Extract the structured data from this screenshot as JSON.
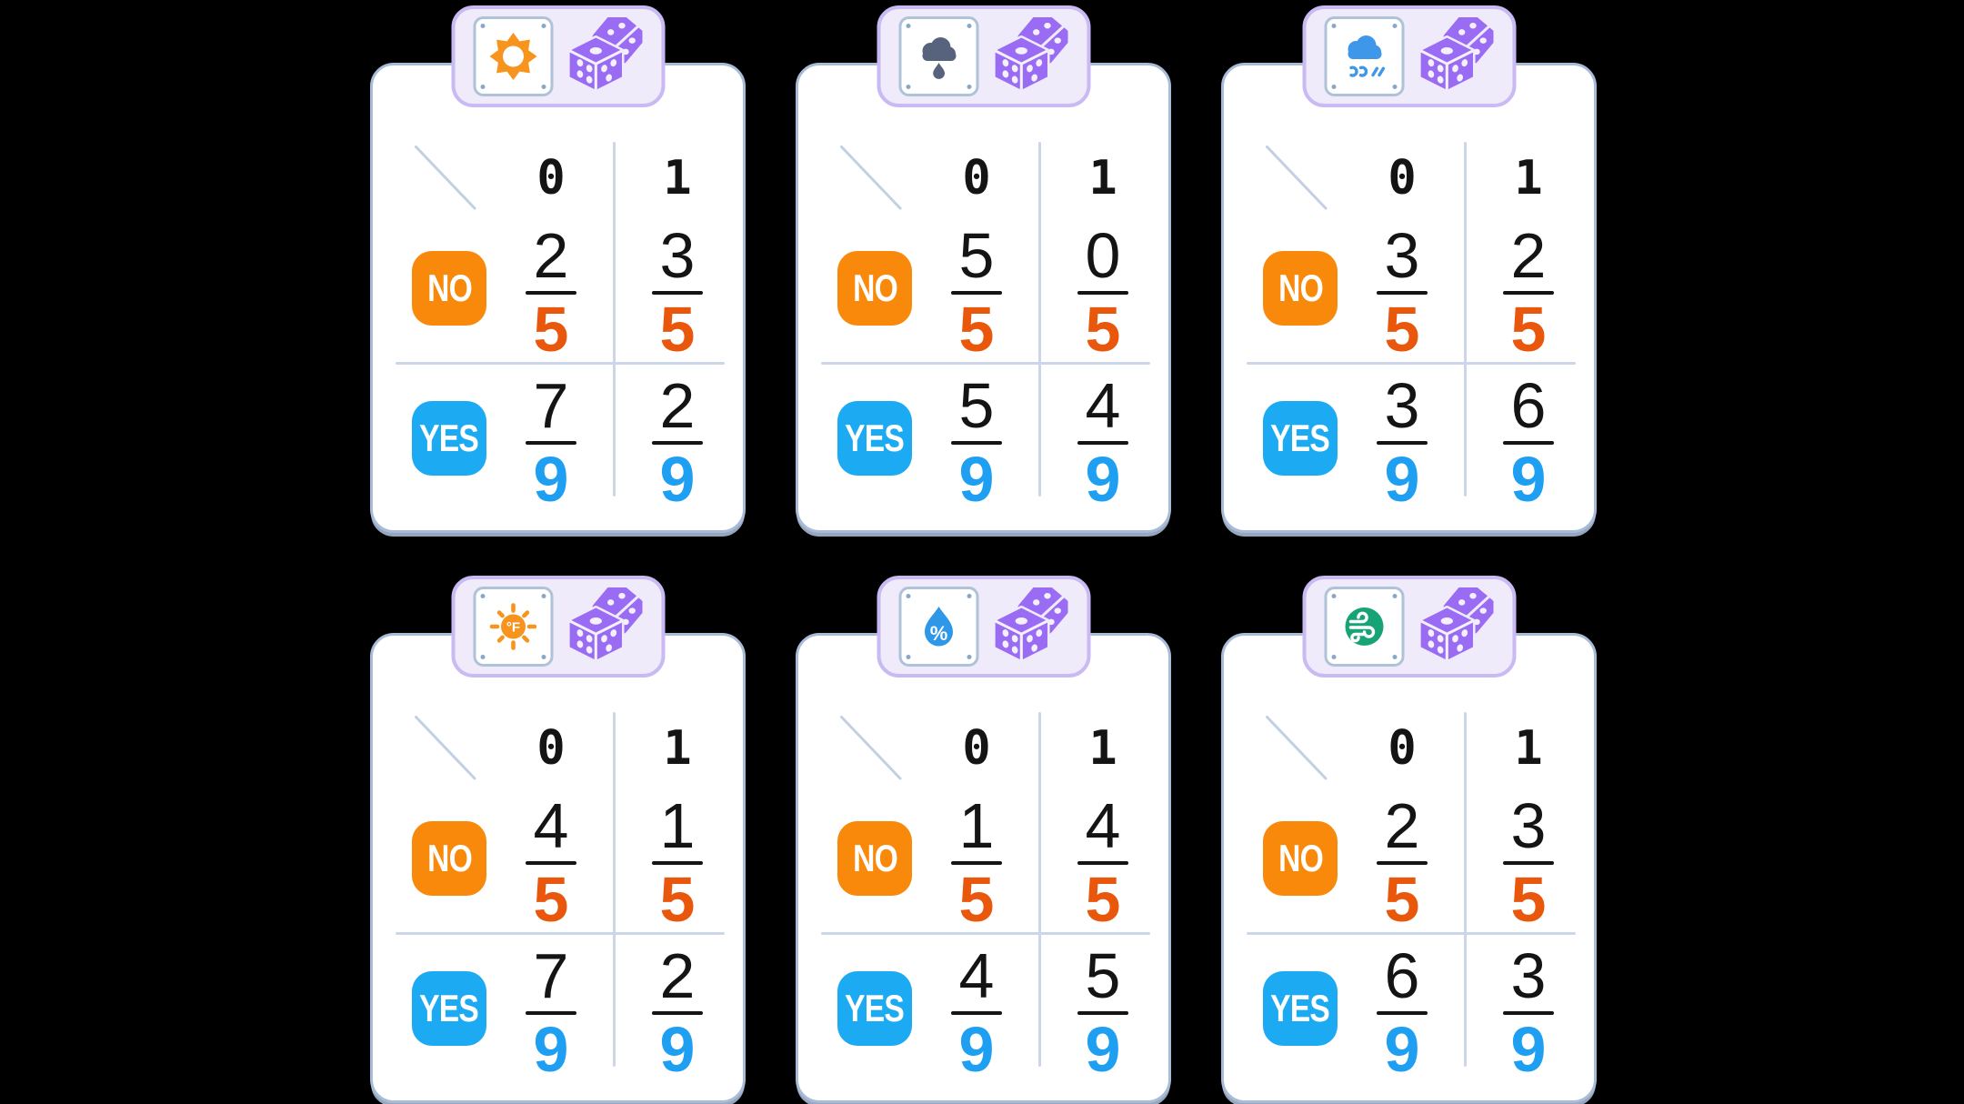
{
  "page": {
    "background": "#000000"
  },
  "colors": {
    "card_border": "#A8BCD8",
    "badge_background": "#EFEBFB",
    "badge_border": "#C9BAF3",
    "dice_purple": "#9A6CF3",
    "no_badge": "#F8890B",
    "no_denominator": "#E8570C",
    "yes_badge": "#1CAAF2",
    "yes_denominator": "#1E9FF2",
    "sun_orange": "#F7941D",
    "rain_cloud_slate": "#57637C",
    "wind_cloud_blue": "#3E97E9",
    "humidity_blue": "#2E97E8",
    "wind_green": "#17A376",
    "table_line": "#CBD7E8"
  },
  "cards": [
    {
      "feature": "sunny",
      "icon": "sun-icon",
      "column_headers": [
        "0",
        "1"
      ],
      "rows": [
        {
          "label": "NO",
          "cells": [
            {
              "num": "2",
              "den": "5"
            },
            {
              "num": "3",
              "den": "5"
            }
          ]
        },
        {
          "label": "YES",
          "cells": [
            {
              "num": "7",
              "den": "9"
            },
            {
              "num": "2",
              "den": "9"
            }
          ]
        }
      ]
    },
    {
      "feature": "rain",
      "icon": "rain-cloud-icon",
      "column_headers": [
        "0",
        "1"
      ],
      "rows": [
        {
          "label": "NO",
          "cells": [
            {
              "num": "5",
              "den": "5"
            },
            {
              "num": "0",
              "den": "5"
            }
          ]
        },
        {
          "label": "YES",
          "cells": [
            {
              "num": "5",
              "den": "9"
            },
            {
              "num": "4",
              "den": "9"
            }
          ]
        }
      ]
    },
    {
      "feature": "overcast-windy",
      "icon": "cloud-wind-drizzle-icon",
      "column_headers": [
        "0",
        "1"
      ],
      "rows": [
        {
          "label": "NO",
          "cells": [
            {
              "num": "3",
              "den": "5"
            },
            {
              "num": "2",
              "den": "5"
            }
          ]
        },
        {
          "label": "YES",
          "cells": [
            {
              "num": "3",
              "den": "9"
            },
            {
              "num": "6",
              "den": "9"
            }
          ]
        }
      ]
    },
    {
      "feature": "temperature",
      "icon": "temperature-sun-icon",
      "column_headers": [
        "0",
        "1"
      ],
      "rows": [
        {
          "label": "NO",
          "cells": [
            {
              "num": "4",
              "den": "5"
            },
            {
              "num": "1",
              "den": "5"
            }
          ]
        },
        {
          "label": "YES",
          "cells": [
            {
              "num": "7",
              "den": "9"
            },
            {
              "num": "2",
              "den": "9"
            }
          ]
        }
      ]
    },
    {
      "feature": "humidity",
      "icon": "humidity-drop-icon",
      "column_headers": [
        "0",
        "1"
      ],
      "rows": [
        {
          "label": "NO",
          "cells": [
            {
              "num": "1",
              "den": "5"
            },
            {
              "num": "4",
              "den": "5"
            }
          ]
        },
        {
          "label": "YES",
          "cells": [
            {
              "num": "4",
              "den": "9"
            },
            {
              "num": "5",
              "den": "9"
            }
          ]
        }
      ]
    },
    {
      "feature": "wind",
      "icon": "wind-icon",
      "column_headers": [
        "0",
        "1"
      ],
      "rows": [
        {
          "label": "NO",
          "cells": [
            {
              "num": "2",
              "den": "5"
            },
            {
              "num": "3",
              "den": "5"
            }
          ]
        },
        {
          "label": "YES",
          "cells": [
            {
              "num": "6",
              "den": "9"
            },
            {
              "num": "3",
              "den": "9"
            }
          ]
        }
      ]
    }
  ]
}
